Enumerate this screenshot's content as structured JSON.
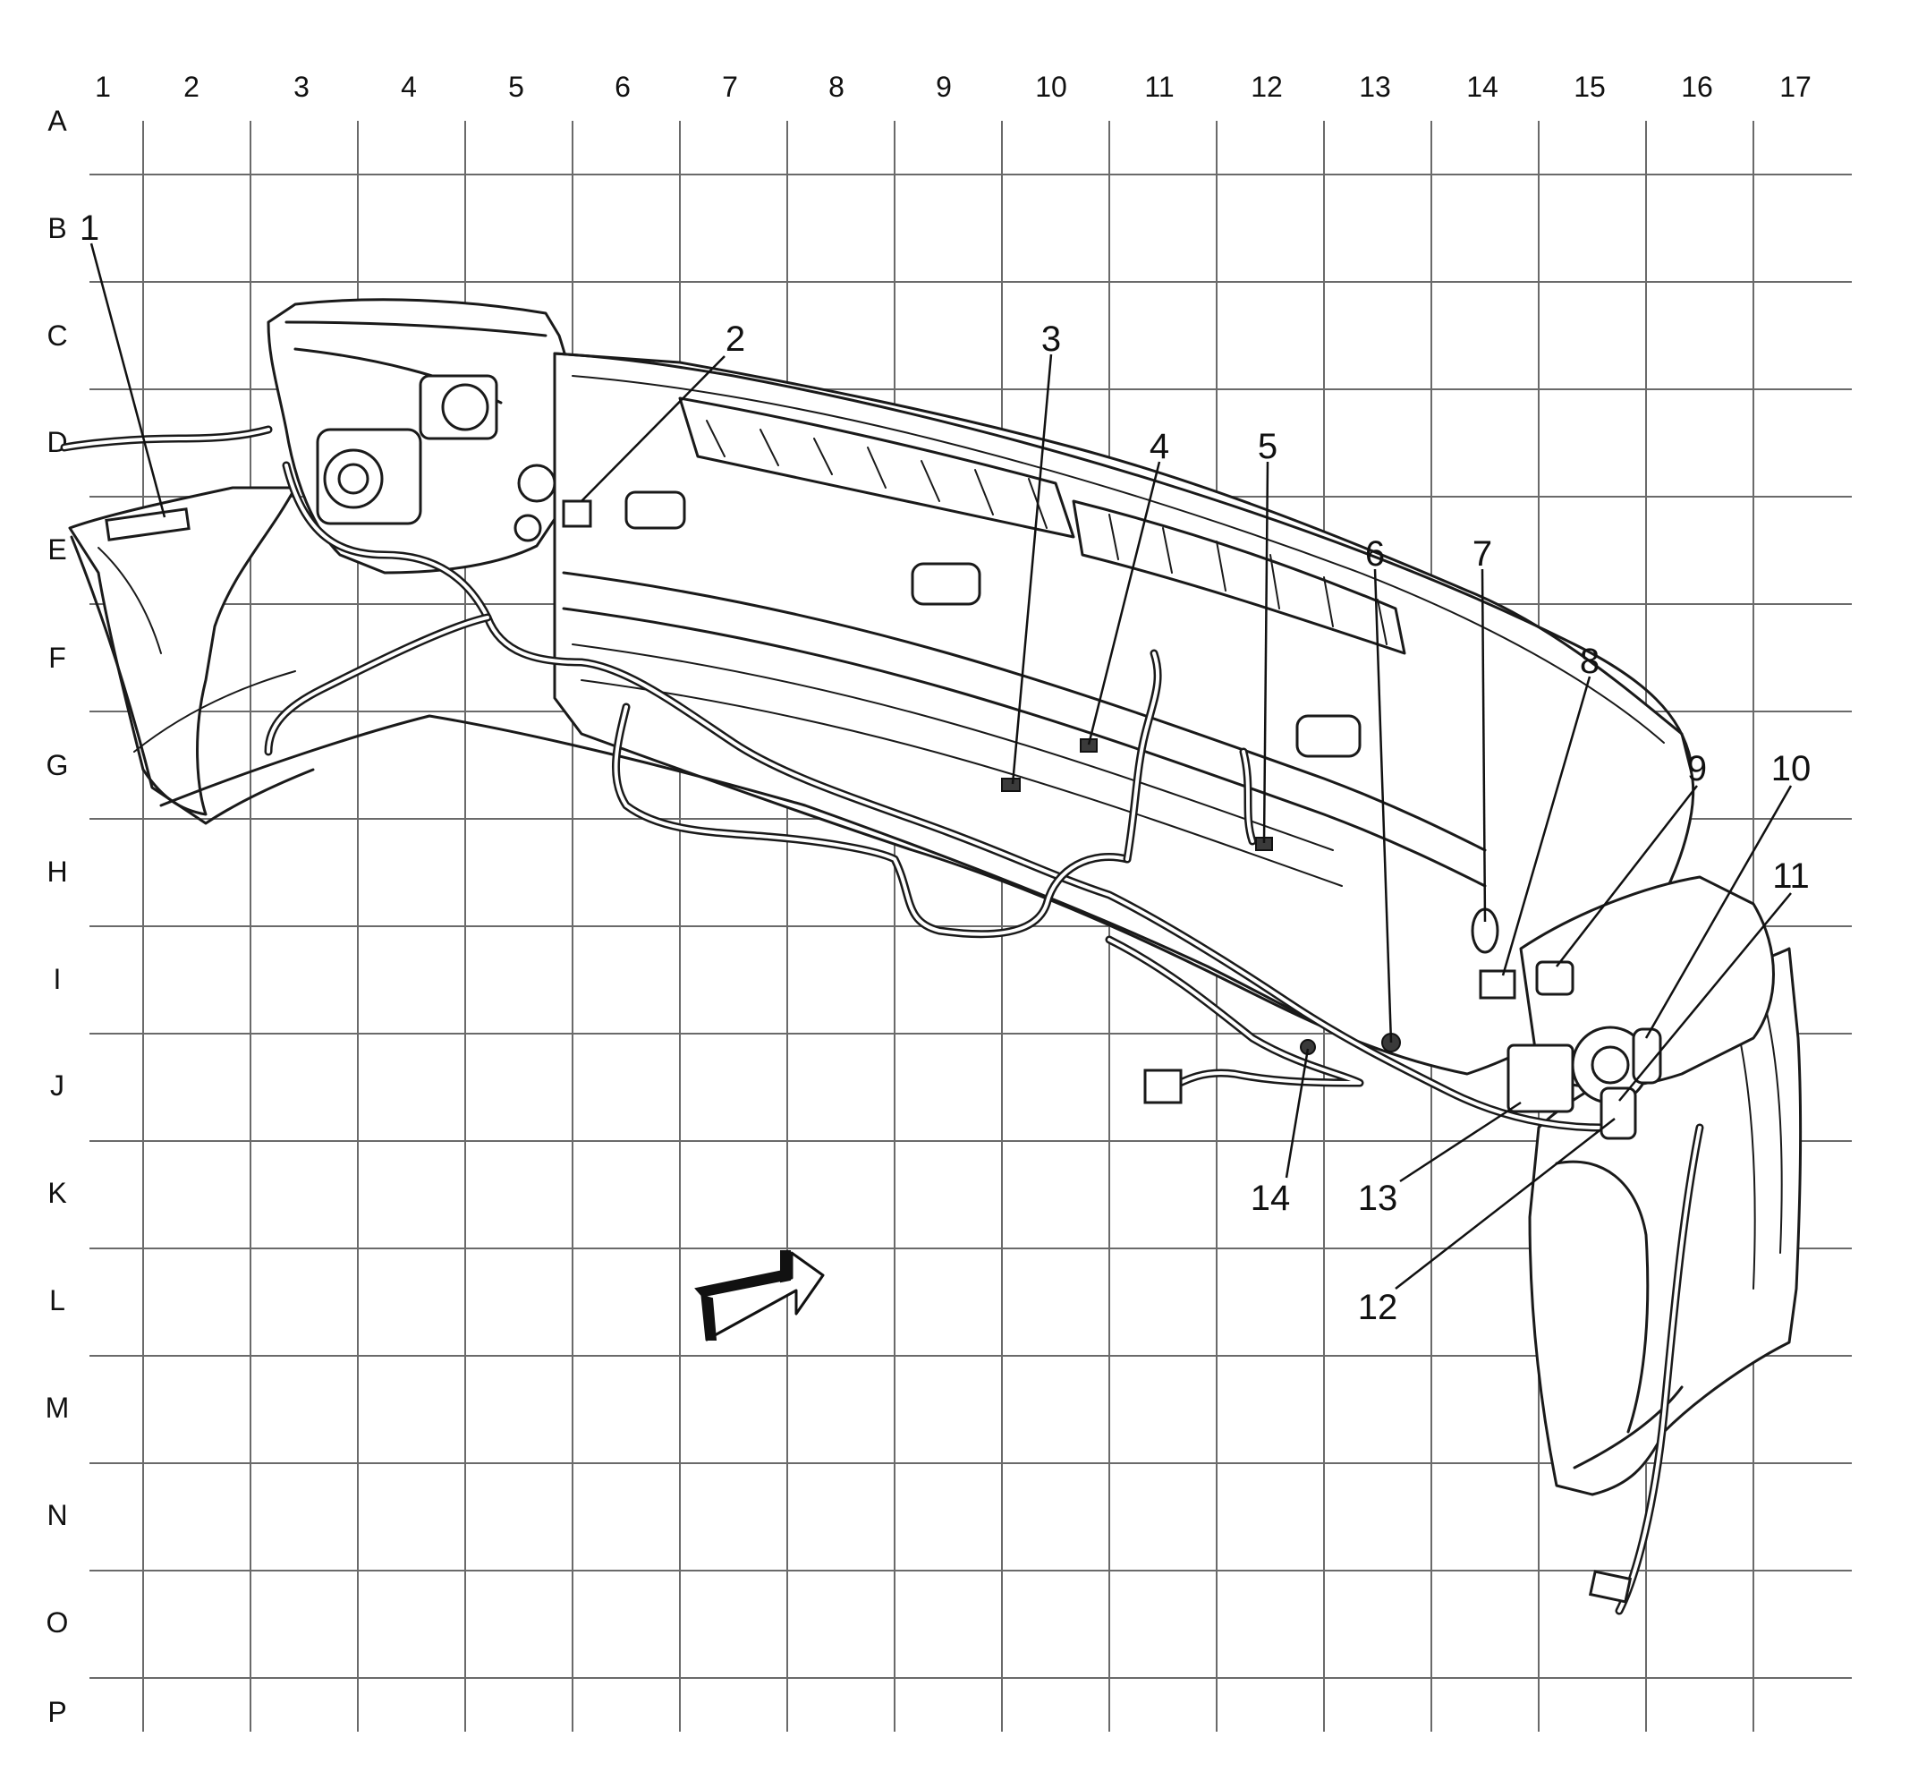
{
  "grid": {
    "columns": [
      "1",
      "2",
      "3",
      "4",
      "5",
      "6",
      "7",
      "8",
      "9",
      "10",
      "11",
      "12",
      "13",
      "14",
      "15",
      "16",
      "17"
    ],
    "rows": [
      "A",
      "B",
      "C",
      "D",
      "E",
      "F",
      "G",
      "H",
      "I",
      "J",
      "K",
      "L",
      "M",
      "N",
      "O",
      "P"
    ]
  },
  "callouts": [
    "1",
    "2",
    "3",
    "4",
    "5",
    "6",
    "7",
    "8",
    "9",
    "10",
    "11",
    "12",
    "13",
    "14"
  ],
  "icons": {
    "direction_arrow": "front-direction-arrow-icon"
  }
}
